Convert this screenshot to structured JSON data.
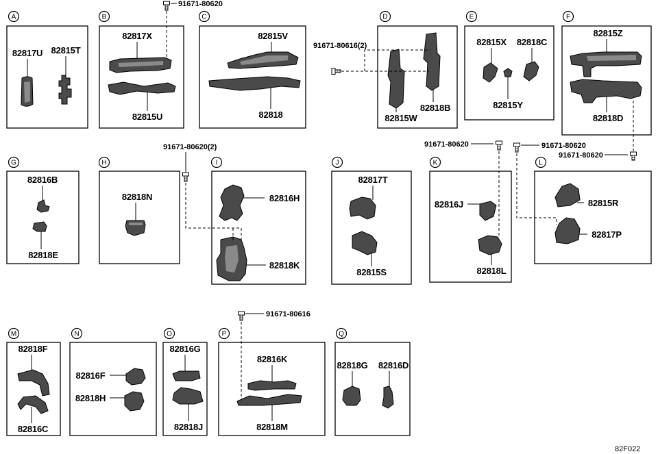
{
  "sections": {
    "A": {
      "letter": "A",
      "parts": [
        "82817U",
        "82815T"
      ]
    },
    "B": {
      "letter": "B",
      "parts": [
        "82817X",
        "82815U"
      ]
    },
    "C": {
      "letter": "C",
      "parts": [
        "82815V",
        "82818"
      ]
    },
    "D": {
      "letter": "D",
      "parts": [
        "82818B",
        "82815W"
      ]
    },
    "E": {
      "letter": "E",
      "parts": [
        "82815X",
        "82818C",
        "82815Y"
      ]
    },
    "F": {
      "letter": "F",
      "parts": [
        "82815Z",
        "82818D"
      ]
    },
    "G": {
      "letter": "G",
      "parts": [
        "82816B",
        "82818E"
      ]
    },
    "H": {
      "letter": "H",
      "parts": [
        "82818N"
      ]
    },
    "I": {
      "letter": "I",
      "parts": [
        "82816H",
        "82818K"
      ]
    },
    "J": {
      "letter": "J",
      "parts": [
        "82817T",
        "82815S"
      ]
    },
    "K": {
      "letter": "K",
      "parts": [
        "82816J",
        "82818L"
      ]
    },
    "L": {
      "letter": "L",
      "parts": [
        "82815R",
        "82817P"
      ]
    },
    "M": {
      "letter": "M",
      "parts": [
        "82818F",
        "82816C"
      ]
    },
    "N": {
      "letter": "N",
      "parts": [
        "82816F",
        "82818H"
      ]
    },
    "O": {
      "letter": "O",
      "parts": [
        "82816G",
        "82818J"
      ]
    },
    "P": {
      "letter": "P",
      "parts": [
        "82816K",
        "82818M"
      ]
    },
    "Q": {
      "letter": "Q",
      "parts": [
        "82818G",
        "82816D"
      ]
    }
  },
  "fasteners": {
    "B": "91671-80620",
    "D": "91671-80616(2)",
    "I": "91671-80620(2)",
    "K": "91671-80620",
    "L": "91671-80620",
    "F": "91671-80620",
    "P": "91671-80616"
  },
  "diagram_code": "82F022"
}
